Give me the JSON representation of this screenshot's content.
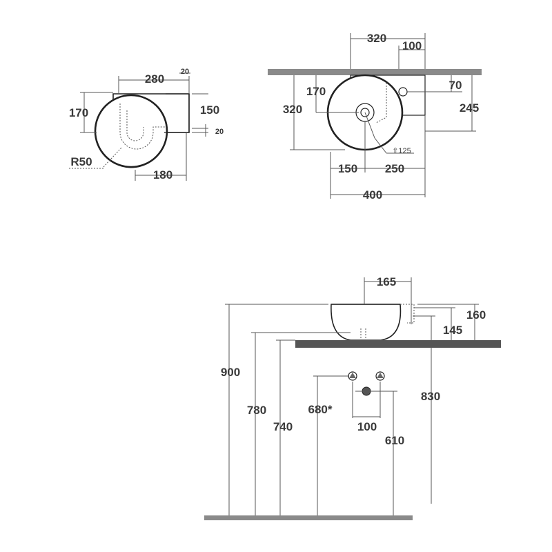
{
  "labels": {
    "top_left": {
      "w280": "280",
      "w20_top": "20",
      "h170": "170",
      "h150": "150",
      "w20_side": "20",
      "r50": "R50",
      "w180": "180"
    },
    "top_right": {
      "w320": "320",
      "w100": "100",
      "h170": "170",
      "w70": "70",
      "h320": "320",
      "h245": "245",
      "drain": "⇧125",
      "w150": "150",
      "w250": "250",
      "w400": "400"
    },
    "side": {
      "w165": "165",
      "h160": "160",
      "h145": "145",
      "h900": "900",
      "h780": "780",
      "h740": "740",
      "h680": "680*",
      "h830": "830",
      "w100": "100",
      "h610": "610"
    }
  },
  "colors": {
    "line": "#555555",
    "outline": "#222222",
    "counter_top": "#8a8a8a",
    "counter_side": "#555555",
    "floor": "#8a8a8a"
  }
}
